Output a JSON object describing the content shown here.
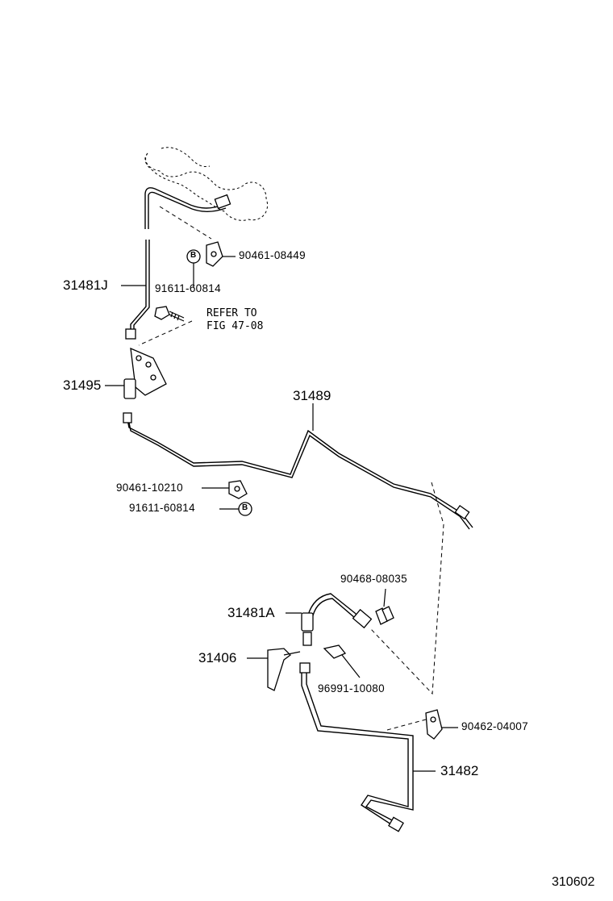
{
  "diagram_id": "310602",
  "labels": {
    "p31481J": "31481J",
    "p31495": "31495",
    "p31489": "31489",
    "p31481A": "31481A",
    "p31406": "31406",
    "p31482": "31482",
    "p90461_08449": "90461-08449",
    "p91611_60814_top": "91611-60814",
    "p90461_10210": "90461-10210",
    "p91611_60814_mid": "91611-60814",
    "p90468_08035": "90468-08035",
    "p96991_10080": "96991-10080",
    "p90462_04007": "90462-04007",
    "refer_line1": "REFER TO",
    "refer_line2": "FIG 47-08",
    "badge_top": "B",
    "badge_mid": "B"
  }
}
